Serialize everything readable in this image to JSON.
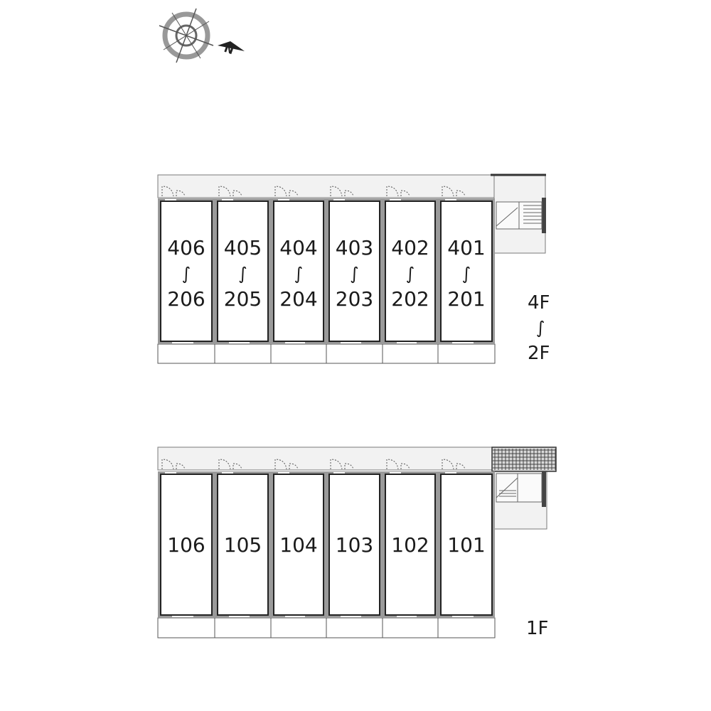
{
  "compass": {
    "north_label": "N",
    "icon": "compass-icon"
  },
  "upper_block": {
    "floor_label_top": "4F",
    "floor_label_sep": "∫",
    "floor_label_bottom": "2F",
    "units": [
      {
        "top": "406",
        "sep": "∫",
        "bottom": "206"
      },
      {
        "top": "405",
        "sep": "∫",
        "bottom": "205"
      },
      {
        "top": "404",
        "sep": "∫",
        "bottom": "204"
      },
      {
        "top": "403",
        "sep": "∫",
        "bottom": "203"
      },
      {
        "top": "402",
        "sep": "∫",
        "bottom": "202"
      },
      {
        "top": "401",
        "sep": "∫",
        "bottom": "201"
      }
    ]
  },
  "lower_block": {
    "floor_label": "1F",
    "units": [
      {
        "label": "106"
      },
      {
        "label": "105"
      },
      {
        "label": "104"
      },
      {
        "label": "103"
      },
      {
        "label": "102"
      },
      {
        "label": "101"
      }
    ]
  }
}
